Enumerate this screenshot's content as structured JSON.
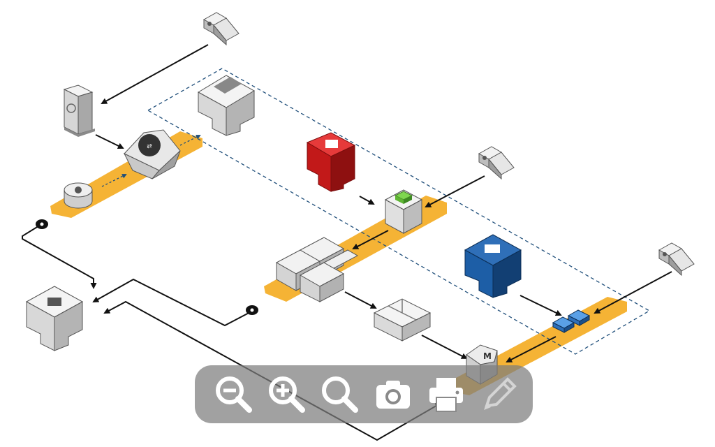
{
  "diagram": {
    "colors": {
      "subnet_band": "#f5b335",
      "boundary": "#1f4e7a",
      "gray_block": "#e4e4e4",
      "red_block": "#d21b1b",
      "blue_block": "#184f8f",
      "green_cap": "#7fd64f",
      "connector": "#111111"
    },
    "nodes": [
      {
        "id": "user-top",
        "icon": "user-client-icon"
      },
      {
        "id": "user-mid",
        "icon": "user-client-icon"
      },
      {
        "id": "user-right",
        "icon": "user-client-icon"
      },
      {
        "id": "server-appliance",
        "icon": "server-appliance-icon"
      },
      {
        "id": "router",
        "icon": "router-icon"
      },
      {
        "id": "gateway-small",
        "icon": "gateway-icon"
      },
      {
        "id": "gray-cluster",
        "icon": "building-cluster-icon"
      },
      {
        "id": "left-cluster",
        "icon": "building-cluster-icon"
      },
      {
        "id": "red-db",
        "icon": "database-cluster-icon"
      },
      {
        "id": "green-box",
        "icon": "web-server-icon"
      },
      {
        "id": "quad-instances",
        "icon": "instance-group-icon"
      },
      {
        "id": "package",
        "icon": "package-icon"
      },
      {
        "id": "blue-cluster",
        "icon": "database-cluster-icon"
      },
      {
        "id": "blue-volumes",
        "icon": "storage-volume-icon"
      },
      {
        "id": "m-node",
        "icon": "mail-server-icon"
      }
    ]
  },
  "toolbar": {
    "buttons": [
      {
        "id": "zoom-out",
        "icon": "zoom-out-icon",
        "enabled": true
      },
      {
        "id": "zoom-in",
        "icon": "zoom-in-icon",
        "enabled": true
      },
      {
        "id": "reset-zoom",
        "icon": "magnifier-icon",
        "enabled": true
      },
      {
        "id": "screenshot",
        "icon": "camera-icon",
        "enabled": true
      },
      {
        "id": "print",
        "icon": "printer-icon",
        "enabled": true
      },
      {
        "id": "edit",
        "icon": "pencil-icon",
        "enabled": false
      }
    ]
  }
}
